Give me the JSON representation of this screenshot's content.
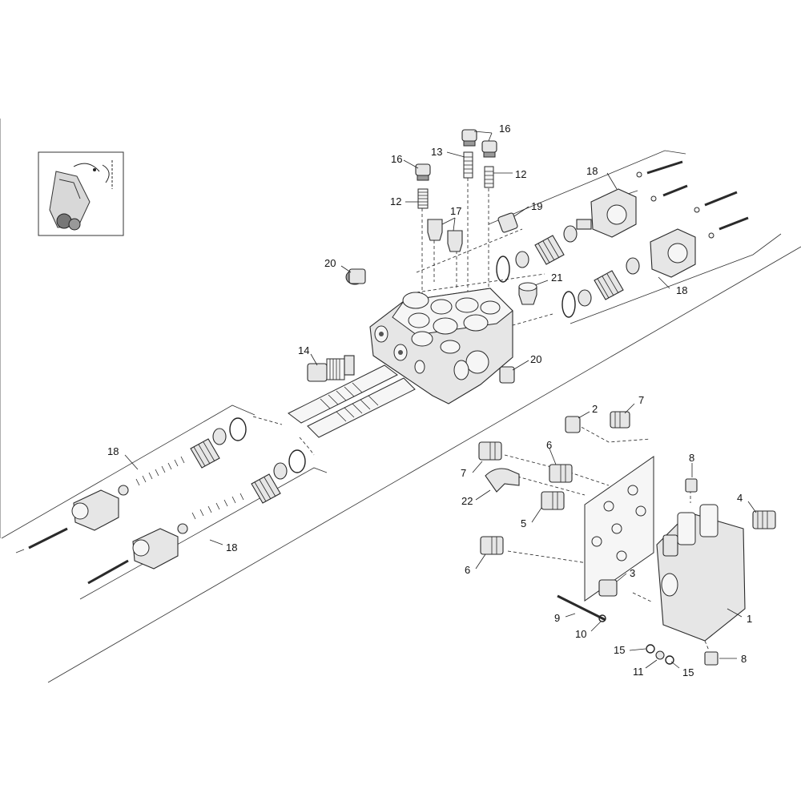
{
  "diagram": {
    "callouts": [
      {
        "id": "c1",
        "text": "1"
      },
      {
        "id": "c2",
        "text": "2"
      },
      {
        "id": "c3",
        "text": "3"
      },
      {
        "id": "c4",
        "text": "4"
      },
      {
        "id": "c5",
        "text": "5"
      },
      {
        "id": "c6a",
        "text": "6"
      },
      {
        "id": "c6b",
        "text": "6"
      },
      {
        "id": "c7a",
        "text": "7"
      },
      {
        "id": "c7b",
        "text": "7"
      },
      {
        "id": "c8a",
        "text": "8"
      },
      {
        "id": "c8b",
        "text": "8"
      },
      {
        "id": "c9",
        "text": "9"
      },
      {
        "id": "c10",
        "text": "10"
      },
      {
        "id": "c11",
        "text": "11"
      },
      {
        "id": "c12a",
        "text": "12"
      },
      {
        "id": "c12b",
        "text": "12"
      },
      {
        "id": "c13",
        "text": "13"
      },
      {
        "id": "c14",
        "text": "14"
      },
      {
        "id": "c15a",
        "text": "15"
      },
      {
        "id": "c15b",
        "text": "15"
      },
      {
        "id": "c16a",
        "text": "16"
      },
      {
        "id": "c16b",
        "text": "16"
      },
      {
        "id": "c17",
        "text": "17"
      },
      {
        "id": "c18a",
        "text": "18"
      },
      {
        "id": "c18b",
        "text": "18"
      },
      {
        "id": "c18c",
        "text": "18"
      },
      {
        "id": "c18d",
        "text": "18"
      },
      {
        "id": "c19",
        "text": "19"
      },
      {
        "id": "c20a",
        "text": "20"
      },
      {
        "id": "c20b",
        "text": "20"
      },
      {
        "id": "c21",
        "text": "21"
      },
      {
        "id": "c22",
        "text": "22"
      }
    ]
  }
}
